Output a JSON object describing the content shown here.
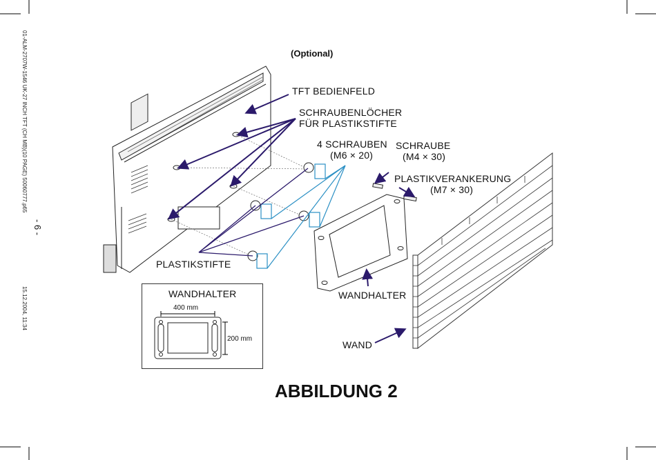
{
  "header": {
    "optional": "(Optional)"
  },
  "side": {
    "file_info": "01-ALM-2707W-1546 UK-27 INCH TFT (CH MB)(10 PAGE) 50060777.p65",
    "page_number": "- 6 -",
    "date_time": "15.12.2004, 11:34"
  },
  "labels": {
    "tft_panel": "TFT BEDIENFELD",
    "screw_holes_line1": "SCHRAUBENLÖCHER",
    "screw_holes_line2": "FÜR PLASTIKSTIFTE",
    "screws4_line1": "4 SCHRAUBEN",
    "screws4_line2": "(M6 × 20)",
    "screw_line1": "SCHRAUBE",
    "screw_line2": "(M4 × 30)",
    "anchor_line1": "PLASTIKVERANKERUNG",
    "anchor_line2": "(M7 × 30)",
    "pins": "PLASTIKSTIFTE",
    "bracket": "WANDHALTER",
    "wall": "WAND"
  },
  "inset": {
    "title": "WANDHALTER",
    "width_dim": "400 mm",
    "height_dim": "200 mm"
  },
  "figure_title": "ABBILDUNG 2",
  "colors": {
    "arrow": "#2b1a6b",
    "callout": "#2a8fc4"
  }
}
